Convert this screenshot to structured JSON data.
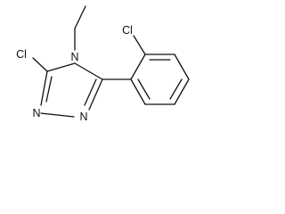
{
  "molecule": {
    "atoms": {
      "cl_triazole": "Cl",
      "n4": "N",
      "n1": "N",
      "n2": "N",
      "cl_phenyl": "Cl"
    }
  }
}
